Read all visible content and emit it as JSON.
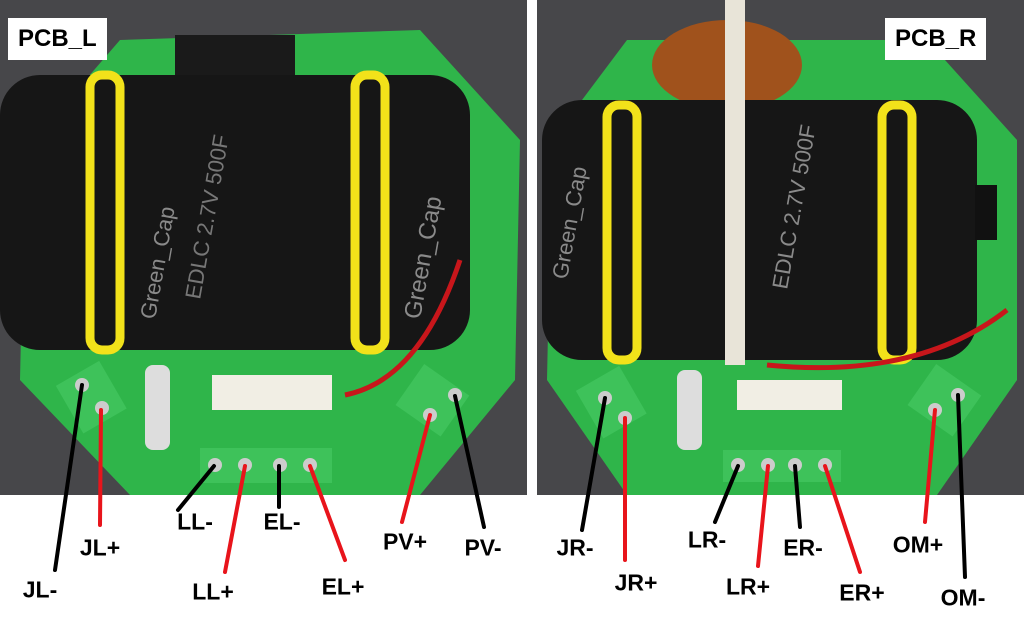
{
  "titles": {
    "left": "PCB_L",
    "right": "PCB_R"
  },
  "left_labels": [
    "JL-",
    "JL+",
    "LL-",
    "LL+",
    "EL-",
    "EL+",
    "PV+",
    "PV-"
  ],
  "right_labels": [
    "JR-",
    "JR+",
    "LR-",
    "LR+",
    "ER-",
    "ER+",
    "OM+",
    "OM-"
  ],
  "capacitor_text": {
    "brand": "Green_Cap",
    "model": "EDLC",
    "voltage": "2.7V",
    "capacitance": "500F"
  },
  "colors": {
    "pcb": "#2fb54a",
    "capacitor": "#161616",
    "band": "#f2e21a",
    "positive_line": "#e8141b",
    "negative_line": "#000000"
  }
}
